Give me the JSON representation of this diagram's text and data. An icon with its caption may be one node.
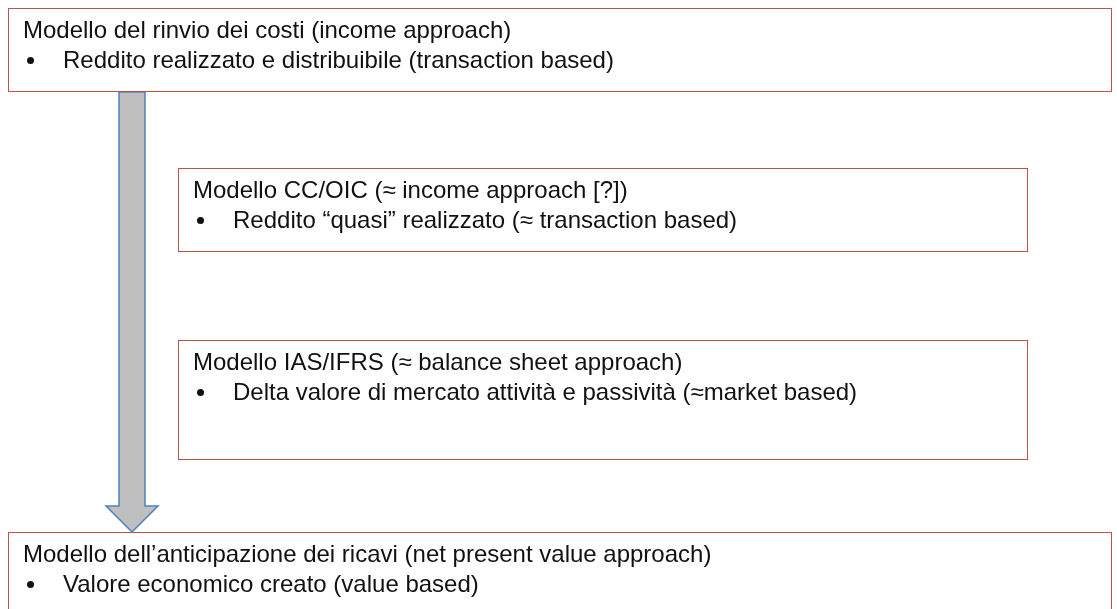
{
  "diagram": {
    "nodes": [
      {
        "text": [
          "Modello del rinvio dei costi (income approach)",
          "Reddito realizzato e distribuibile (transaction based)"
        ]
      },
      {
        "text": [
          "Modello CC/OIC (≈ income approach [?])",
          "Reddito “quasi” realizzato (≈ transaction based)"
        ]
      },
      {
        "text": [
          "Modello IAS/IFRS (≈ balance sheet approach)",
          "Delta valore di mercato attività e passività (≈market based)"
        ]
      },
      {
        "text": [
          "Modello dell’anticipazione dei ricavi (net present value approach)",
          "Valore economico creato (value based)"
        ]
      }
    ],
    "edges": [
      {
        "from": 0,
        "to": 3,
        "arrow": "to",
        "style": "thick",
        "color": "#bfbfbf"
      }
    ]
  }
}
